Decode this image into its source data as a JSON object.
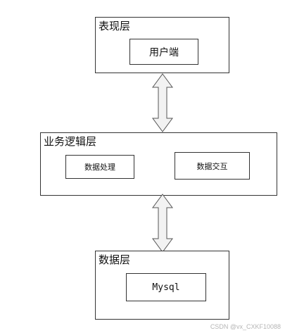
{
  "layers": {
    "presentation": {
      "title": "表现层",
      "components": [
        "用户端"
      ]
    },
    "business": {
      "title": "业务逻辑层",
      "components": [
        "数据处理",
        "数据交互"
      ]
    },
    "data": {
      "title": "数据层",
      "components": [
        "Mysql"
      ]
    }
  },
  "watermark": "CSDN @vx_CXKF10088"
}
